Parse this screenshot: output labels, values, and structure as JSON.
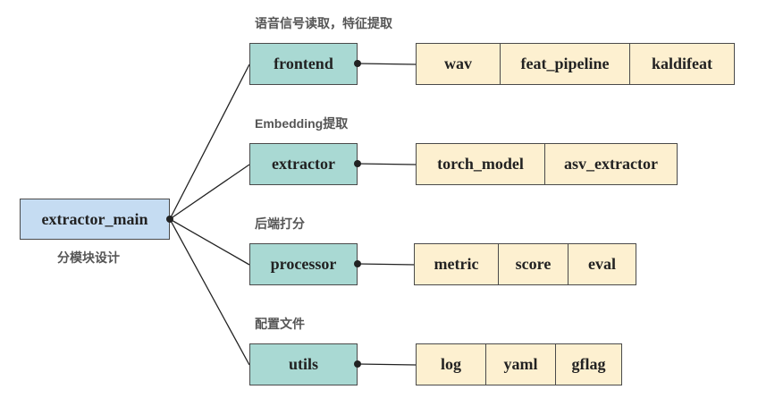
{
  "root": {
    "label": "extractor_main",
    "caption": "分模块设计"
  },
  "modules": [
    {
      "label": "frontend",
      "caption": "语音信号读取，特征提取",
      "items": [
        "wav",
        "feat_pipeline",
        "kaldifeat"
      ]
    },
    {
      "label": "extractor",
      "caption": "Embedding提取",
      "items": [
        "torch_model",
        "asv_extractor"
      ]
    },
    {
      "label": "processor",
      "caption": "后端打分",
      "items": [
        "metric",
        "score",
        "eval"
      ]
    },
    {
      "label": "utils",
      "caption": "配置文件",
      "items": [
        "log",
        "yaml",
        "gflag"
      ]
    }
  ],
  "colors": {
    "root_fill": "#c5dcf2",
    "module_fill": "#a9d9d3",
    "item_fill": "#fdf0d0",
    "line": "#222222"
  }
}
